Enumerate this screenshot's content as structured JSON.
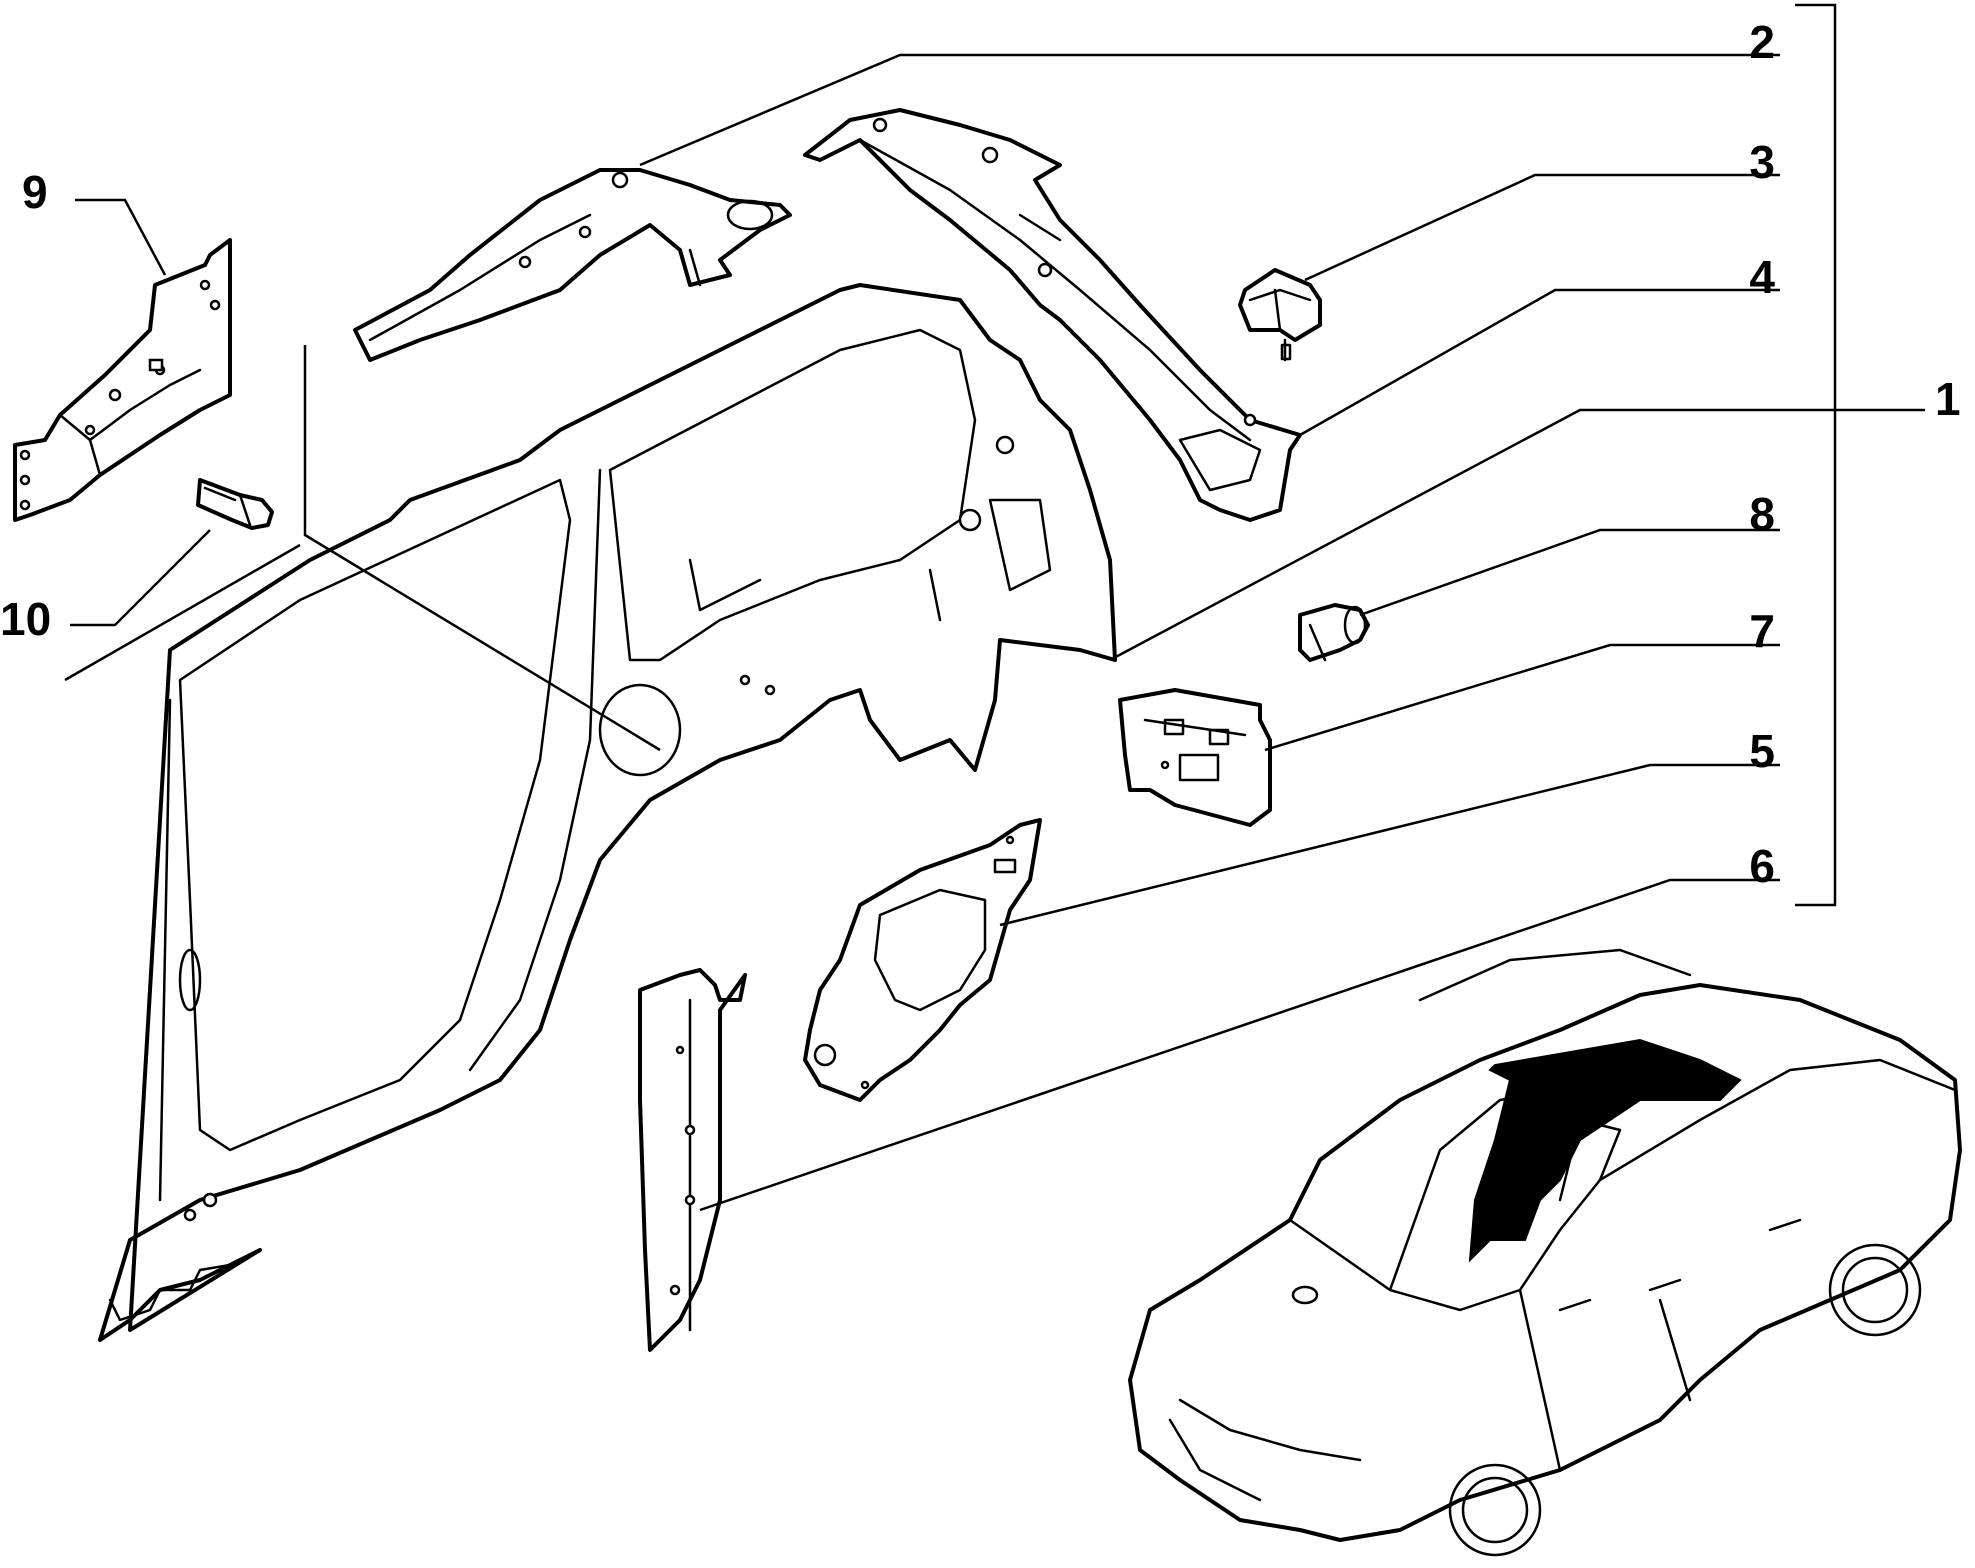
{
  "callouts": [
    {
      "id": "1",
      "label": "1"
    },
    {
      "id": "2",
      "label": "2"
    },
    {
      "id": "3",
      "label": "3"
    },
    {
      "id": "4",
      "label": "4"
    },
    {
      "id": "5",
      "label": "5"
    },
    {
      "id": "6",
      "label": "6"
    },
    {
      "id": "7",
      "label": "7"
    },
    {
      "id": "8",
      "label": "8"
    },
    {
      "id": "9",
      "label": "9"
    },
    {
      "id": "10",
      "label": "10"
    }
  ],
  "colors": {
    "line": "#000000",
    "background": "#ffffff",
    "highlight": "#000000"
  }
}
